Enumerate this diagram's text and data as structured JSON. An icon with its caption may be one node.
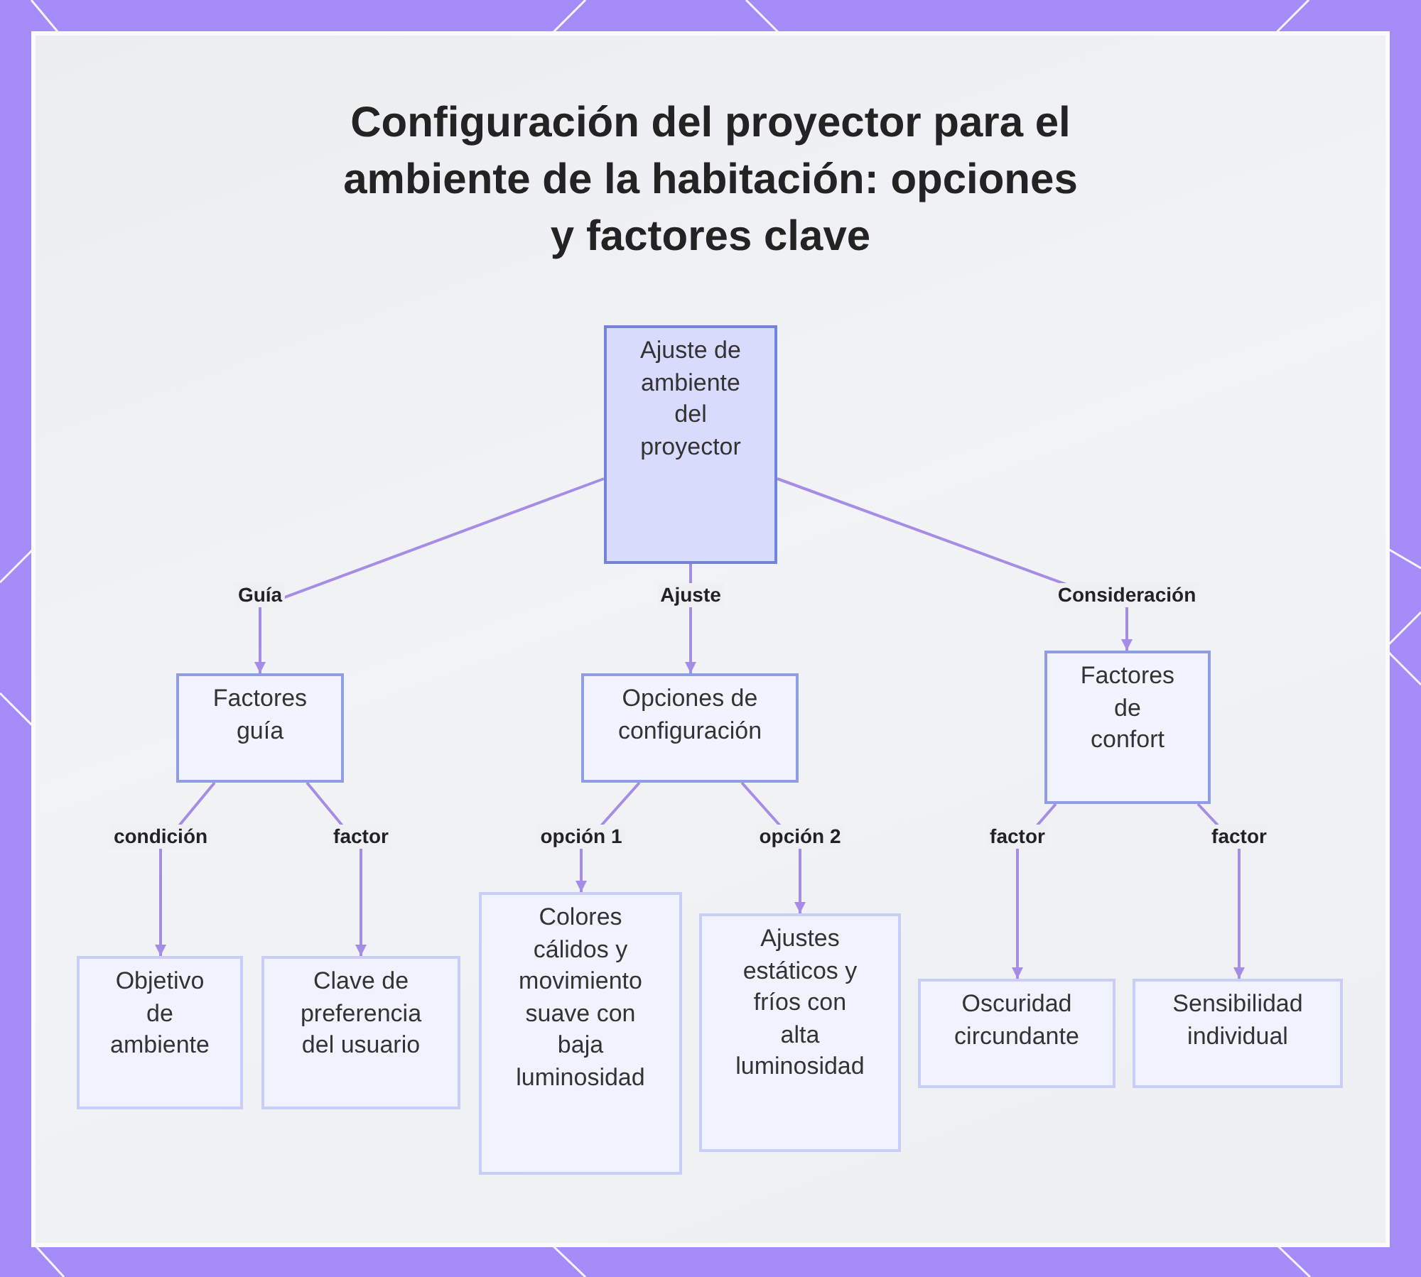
{
  "diagram": {
    "title": "Configuración del proyector para el ambiente de la habitación: opciones y factores clave",
    "nodes": [
      {
        "text": [
          "Ajuste de ambiente del proyector"
        ]
      },
      {
        "text": [
          "Factores guía"
        ]
      },
      {
        "text": [
          "Opciones de configuración"
        ]
      },
      {
        "text": [
          "Factores de confort"
        ]
      },
      {
        "text": [
          "Objetivo de ambiente"
        ]
      },
      {
        "text": [
          "Clave de preferencia del usuario"
        ]
      },
      {
        "text": [
          "Colores cálidos y movimiento suave con baja luminosidad"
        ]
      },
      {
        "text": [
          "Ajustes estáticos y fríos con alta luminosidad"
        ]
      },
      {
        "text": [
          "Oscuridad circundante"
        ]
      },
      {
        "text": [
          "Sensibilidad individual"
        ]
      }
    ],
    "edges": [
      {
        "from": 0,
        "to": 1,
        "arrow": "to",
        "label": "Guía"
      },
      {
        "from": 0,
        "to": 2,
        "arrow": "to",
        "label": "Ajuste"
      },
      {
        "from": 0,
        "to": 3,
        "arrow": "to",
        "label": "Consideración"
      },
      {
        "from": 1,
        "to": 4,
        "arrow": "to",
        "label": "condición"
      },
      {
        "from": 1,
        "to": 5,
        "arrow": "to",
        "label": "factor"
      },
      {
        "from": 2,
        "to": 6,
        "arrow": "to",
        "label": "opción 1"
      },
      {
        "from": 2,
        "to": 7,
        "arrow": "to",
        "label": "opción 2"
      },
      {
        "from": 3,
        "to": 8,
        "arrow": "to",
        "label": "factor"
      },
      {
        "from": 3,
        "to": 9,
        "arrow": "to",
        "label": "factor"
      }
    ]
  }
}
